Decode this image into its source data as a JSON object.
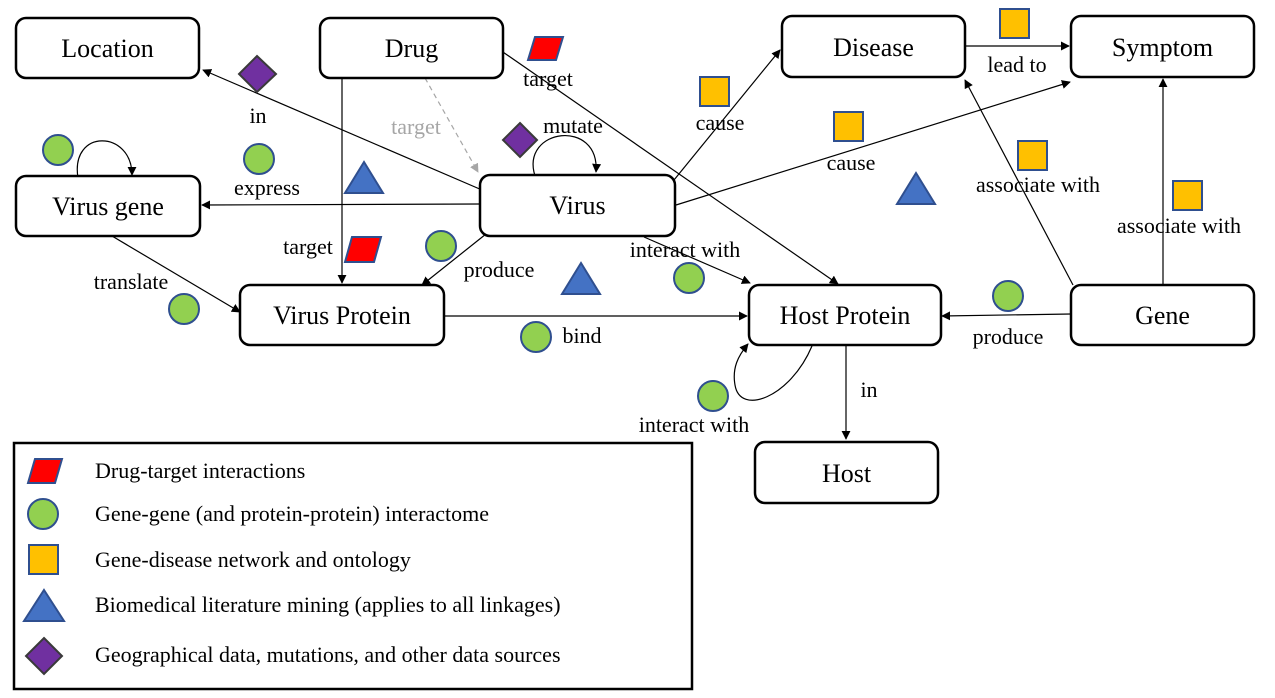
{
  "nodes": {
    "location": "Location",
    "drug": "Drug",
    "disease": "Disease",
    "symptom": "Symptom",
    "virus_gene": "Virus gene",
    "virus": "Virus",
    "virus_protein": "Virus Protein",
    "host_protein": "Host Protein",
    "gene": "Gene",
    "host": "Host"
  },
  "edges": {
    "virus_location": "in",
    "drug_virus": "target",
    "drug_host_protein": "target",
    "virus_mutate": "mutate",
    "virus_disease": "cause",
    "virus_symptom": "cause",
    "disease_symptom": "lead to",
    "gene_disease": "associate with",
    "gene_symptom": "associate with",
    "virus_virus_gene": "express",
    "drug_virus_protein": "target",
    "virus_virus_protein": "produce",
    "virus_host_protein": "interact with",
    "virus_gene_virus_protein": "translate",
    "virus_protein_host_protein": "bind",
    "gene_host_protein": "produce",
    "host_protein_self": "interact with",
    "host_protein_host": "in"
  },
  "legend": [
    {
      "shape": "parallelogram",
      "color": "#ff0000",
      "text": "Drug-target interactions"
    },
    {
      "shape": "circle",
      "color": "#92d050",
      "text": "Gene-gene (and protein-protein) interactome"
    },
    {
      "shape": "square",
      "color": "#ffc000",
      "text": "Gene-disease network and ontology"
    },
    {
      "shape": "triangle",
      "color": "#4472c4",
      "text": "Biomedical literature mining (applies to all linkages)"
    },
    {
      "shape": "diamond",
      "color": "#7030a0",
      "text": "Geographical data, mutations, and other data sources"
    }
  ],
  "colors": {
    "drug_target": "#ff0000",
    "interactome": "#92d050",
    "gene_disease": "#ffc000",
    "literature": "#4472c4",
    "geographical": "#7030a0",
    "marker_stroke": "#2f4f8f",
    "gray_edge": "#a6a6a6"
  }
}
